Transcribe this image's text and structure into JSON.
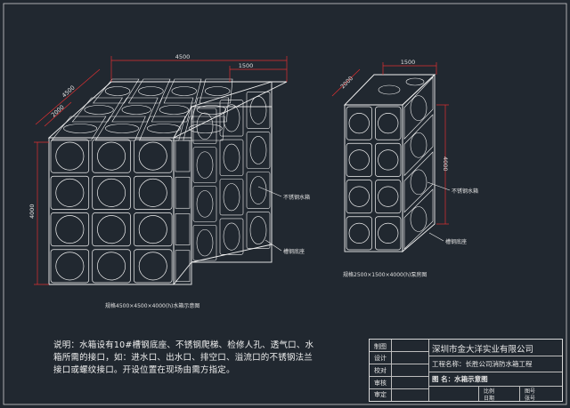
{
  "drawing": {
    "left_tank": {
      "dim_top_total": "4500",
      "dim_top_sub": "1500",
      "dim_depth_total": "4500",
      "dim_depth_sub": "2000",
      "dim_height": "4000",
      "callout_panel": "不锈钢水箱",
      "callout_base": "槽钢底座",
      "caption": "规格4500×4500×4000(h)水箱示意图"
    },
    "right_tank": {
      "dim_width": "1500",
      "dim_depth": "2000",
      "dim_height": "4000",
      "callout_panel": "不锈钢水箱",
      "callout_base": "槽钢底座",
      "caption": "规格2500×1500×4000(h)泵房图"
    }
  },
  "note": {
    "text": "说明：水箱设有10#槽钢底座、不锈钢爬梯、检修人孔、透气口、水箱所需的接口，如：进水口、出水口、排空口、溢流口的不锈钢法兰接口或螺纹接口。开设位置在现场由需方指定。"
  },
  "title_block": {
    "left_labels": [
      "制图",
      "设计",
      "校对",
      "审核",
      "审定"
    ],
    "company": "深圳市金大洋实业有限公司",
    "project": "工程名称：长胜公司消防水箱工程",
    "drawing_name": "图  名：水箱示意图",
    "bottom_labels": [
      "比例",
      "日期",
      "图号",
      "张号"
    ]
  },
  "colors": {
    "background": "#212830",
    "line": "#f2f2f2",
    "dimension": "#e03030"
  }
}
